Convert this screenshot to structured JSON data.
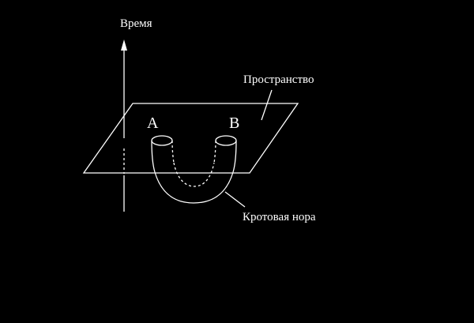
{
  "labels": {
    "time": "Время",
    "space": "Пространство",
    "point_a": "A",
    "point_b": "B",
    "wormhole": "Кротовая нора"
  },
  "colors": {
    "background": "#000000",
    "stroke": "#ffffff"
  }
}
